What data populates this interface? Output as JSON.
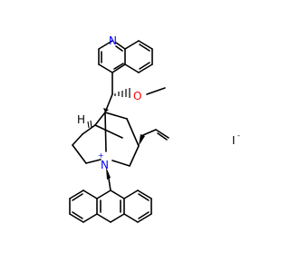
{
  "molecule": {
    "atoms": {
      "quinoline_n": "N",
      "methoxy_o": "O",
      "bridgehead_h": "H",
      "ammonium_n": "N",
      "ammonium_charge": "+",
      "iodide": "I",
      "iodide_charge": "-"
    },
    "colors": {
      "nitrogen": "#0000ff",
      "oxygen": "#ff0000",
      "carbon": "#000000",
      "iodine": "#000000",
      "background": "#ffffff"
    }
  }
}
